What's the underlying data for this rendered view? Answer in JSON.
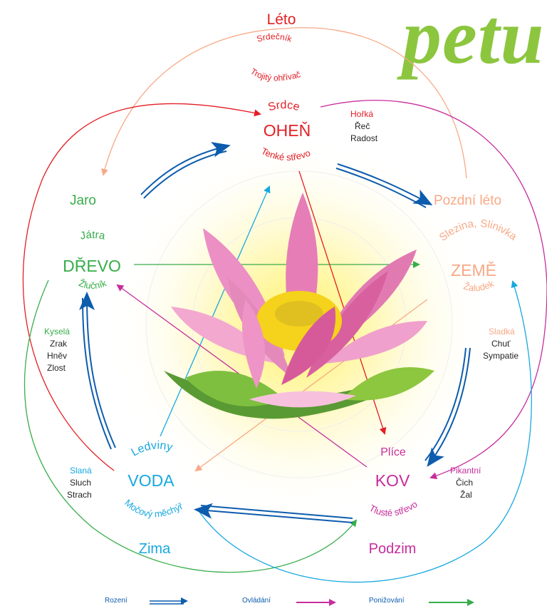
{
  "brand": "petu",
  "colors": {
    "fire": "#e31e24",
    "earth": "#f7a986",
    "metal": "#c72d9c",
    "water": "#17a8e0",
    "wood": "#37ad4a",
    "generating": "#0d5cad"
  },
  "fire": {
    "season": "Léto",
    "organ_top_1": "Srdečník",
    "organ_top_2": "Trojitý ohřívač",
    "organ_yin": "Srdce",
    "element": "OHEŇ",
    "organ_yang": "Tenké střevo",
    "taste": "Hořká",
    "sense": "Řeč",
    "emotion": "Radost"
  },
  "earth": {
    "season": "Pozdní léto",
    "organ_yin": "Slezina, Slinivka",
    "element": "ZEMĚ",
    "organ_yang": "Žaludek",
    "taste": "Sladká",
    "sense": "Chuť",
    "emotion": "Sympatie"
  },
  "metal": {
    "season": "Podzim",
    "organ_yin": "Plíce",
    "element": "KOV",
    "organ_yang": "Tlusté střevo",
    "taste": "Pikantní",
    "sense": "Čich",
    "emotion": "Žal"
  },
  "water": {
    "season": "Zima",
    "organ_yin": "Ledviny",
    "element": "VODA",
    "organ_yang": "Močový měchýř",
    "taste": "Slaná",
    "sense": "Sluch",
    "emotion": "Strach"
  },
  "wood": {
    "season": "Jaro",
    "organ_yin": "Játra",
    "element": "DŘEVO",
    "organ_yang": "Žlučník",
    "taste": "Kyselá",
    "sense": "Zrak",
    "emotion1": "Hněv",
    "emotion2": "Zlost"
  },
  "legend": {
    "generating": "Rození",
    "controlling": "Ovládání",
    "weakening": "Ponižování"
  }
}
